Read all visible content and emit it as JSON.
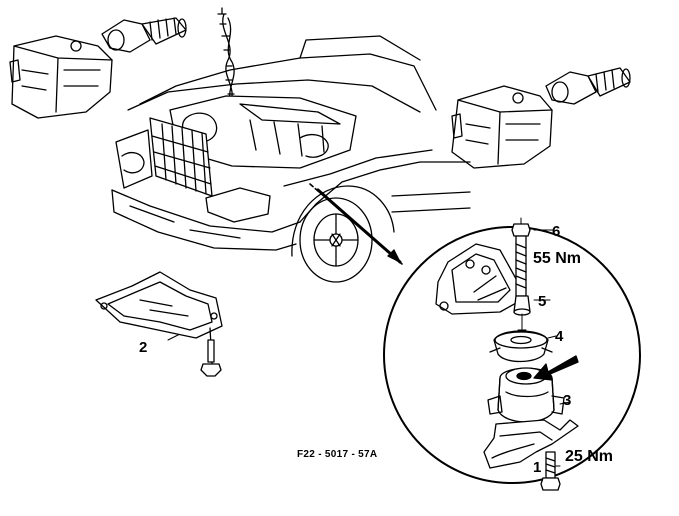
{
  "diagram": {
    "reference_code": "F22 - 5017 - 57A",
    "callouts": [
      {
        "id": "1",
        "label": "1"
      },
      {
        "id": "2",
        "label": "2"
      },
      {
        "id": "3",
        "label": "3"
      },
      {
        "id": "4",
        "label": "4"
      },
      {
        "id": "5",
        "label": "5"
      },
      {
        "id": "6",
        "label": "6"
      }
    ],
    "torque_upper": "55 Nm",
    "torque_lower": "25 Nm"
  },
  "colors": {
    "line": "#000000",
    "background": "#ffffff"
  }
}
